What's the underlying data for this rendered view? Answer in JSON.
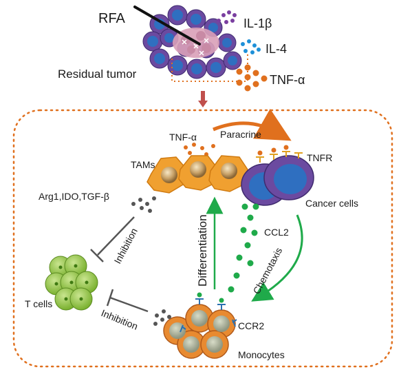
{
  "labels": {
    "rfa": "RFA",
    "il1b": "IL-1β",
    "il4": "IL-4",
    "tnfa_top": "TNF-α",
    "residual_tumor": "Residual tumor",
    "tnfa_inner": "TNF-α",
    "paracrine": "Paracrine",
    "tams": "TAMs",
    "tnfr": "TNFR",
    "cancer_cells": "Cancer cells",
    "arg1": "Arg1,IDO,TGF-β",
    "inhibition_top": "Inhibition",
    "inhibition_bottom": "Inhibition",
    "differentiation": "Differentiation",
    "ccl2": "CCL2",
    "chemotaxis": "Chemotaxis",
    "t_cells": "T cells",
    "ccr2": "CCR2",
    "monocytes": "Monocytes"
  },
  "colors": {
    "tumor_purple": "#6b4aa0",
    "tumor_blue": "#2f6fc0",
    "tumor_pink": "#d9a0b8",
    "orange": "#e0701e",
    "green": "#1faa4a",
    "tcell_green": "#8dc63f",
    "il1b_purple": "#7a3fa0",
    "il4_blue": "#1e90d8",
    "arrow_red": "#c0504d",
    "tam_orange": "#f0a030"
  },
  "icons": {
    "needle": "rfa-needle-icon",
    "tumor": "tumor-mass-icon"
  }
}
